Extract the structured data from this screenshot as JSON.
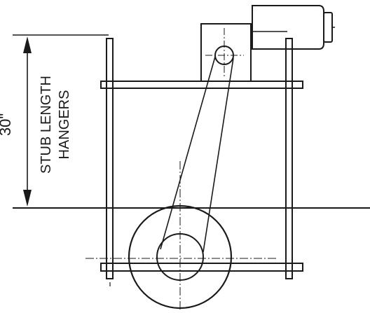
{
  "dimension": {
    "value": "30\""
  },
  "label": {
    "line1": "STUB LENGTH",
    "line2": "HANGERS"
  },
  "colors": {
    "ink": "#1a1a1a",
    "background": "#ffffff"
  }
}
